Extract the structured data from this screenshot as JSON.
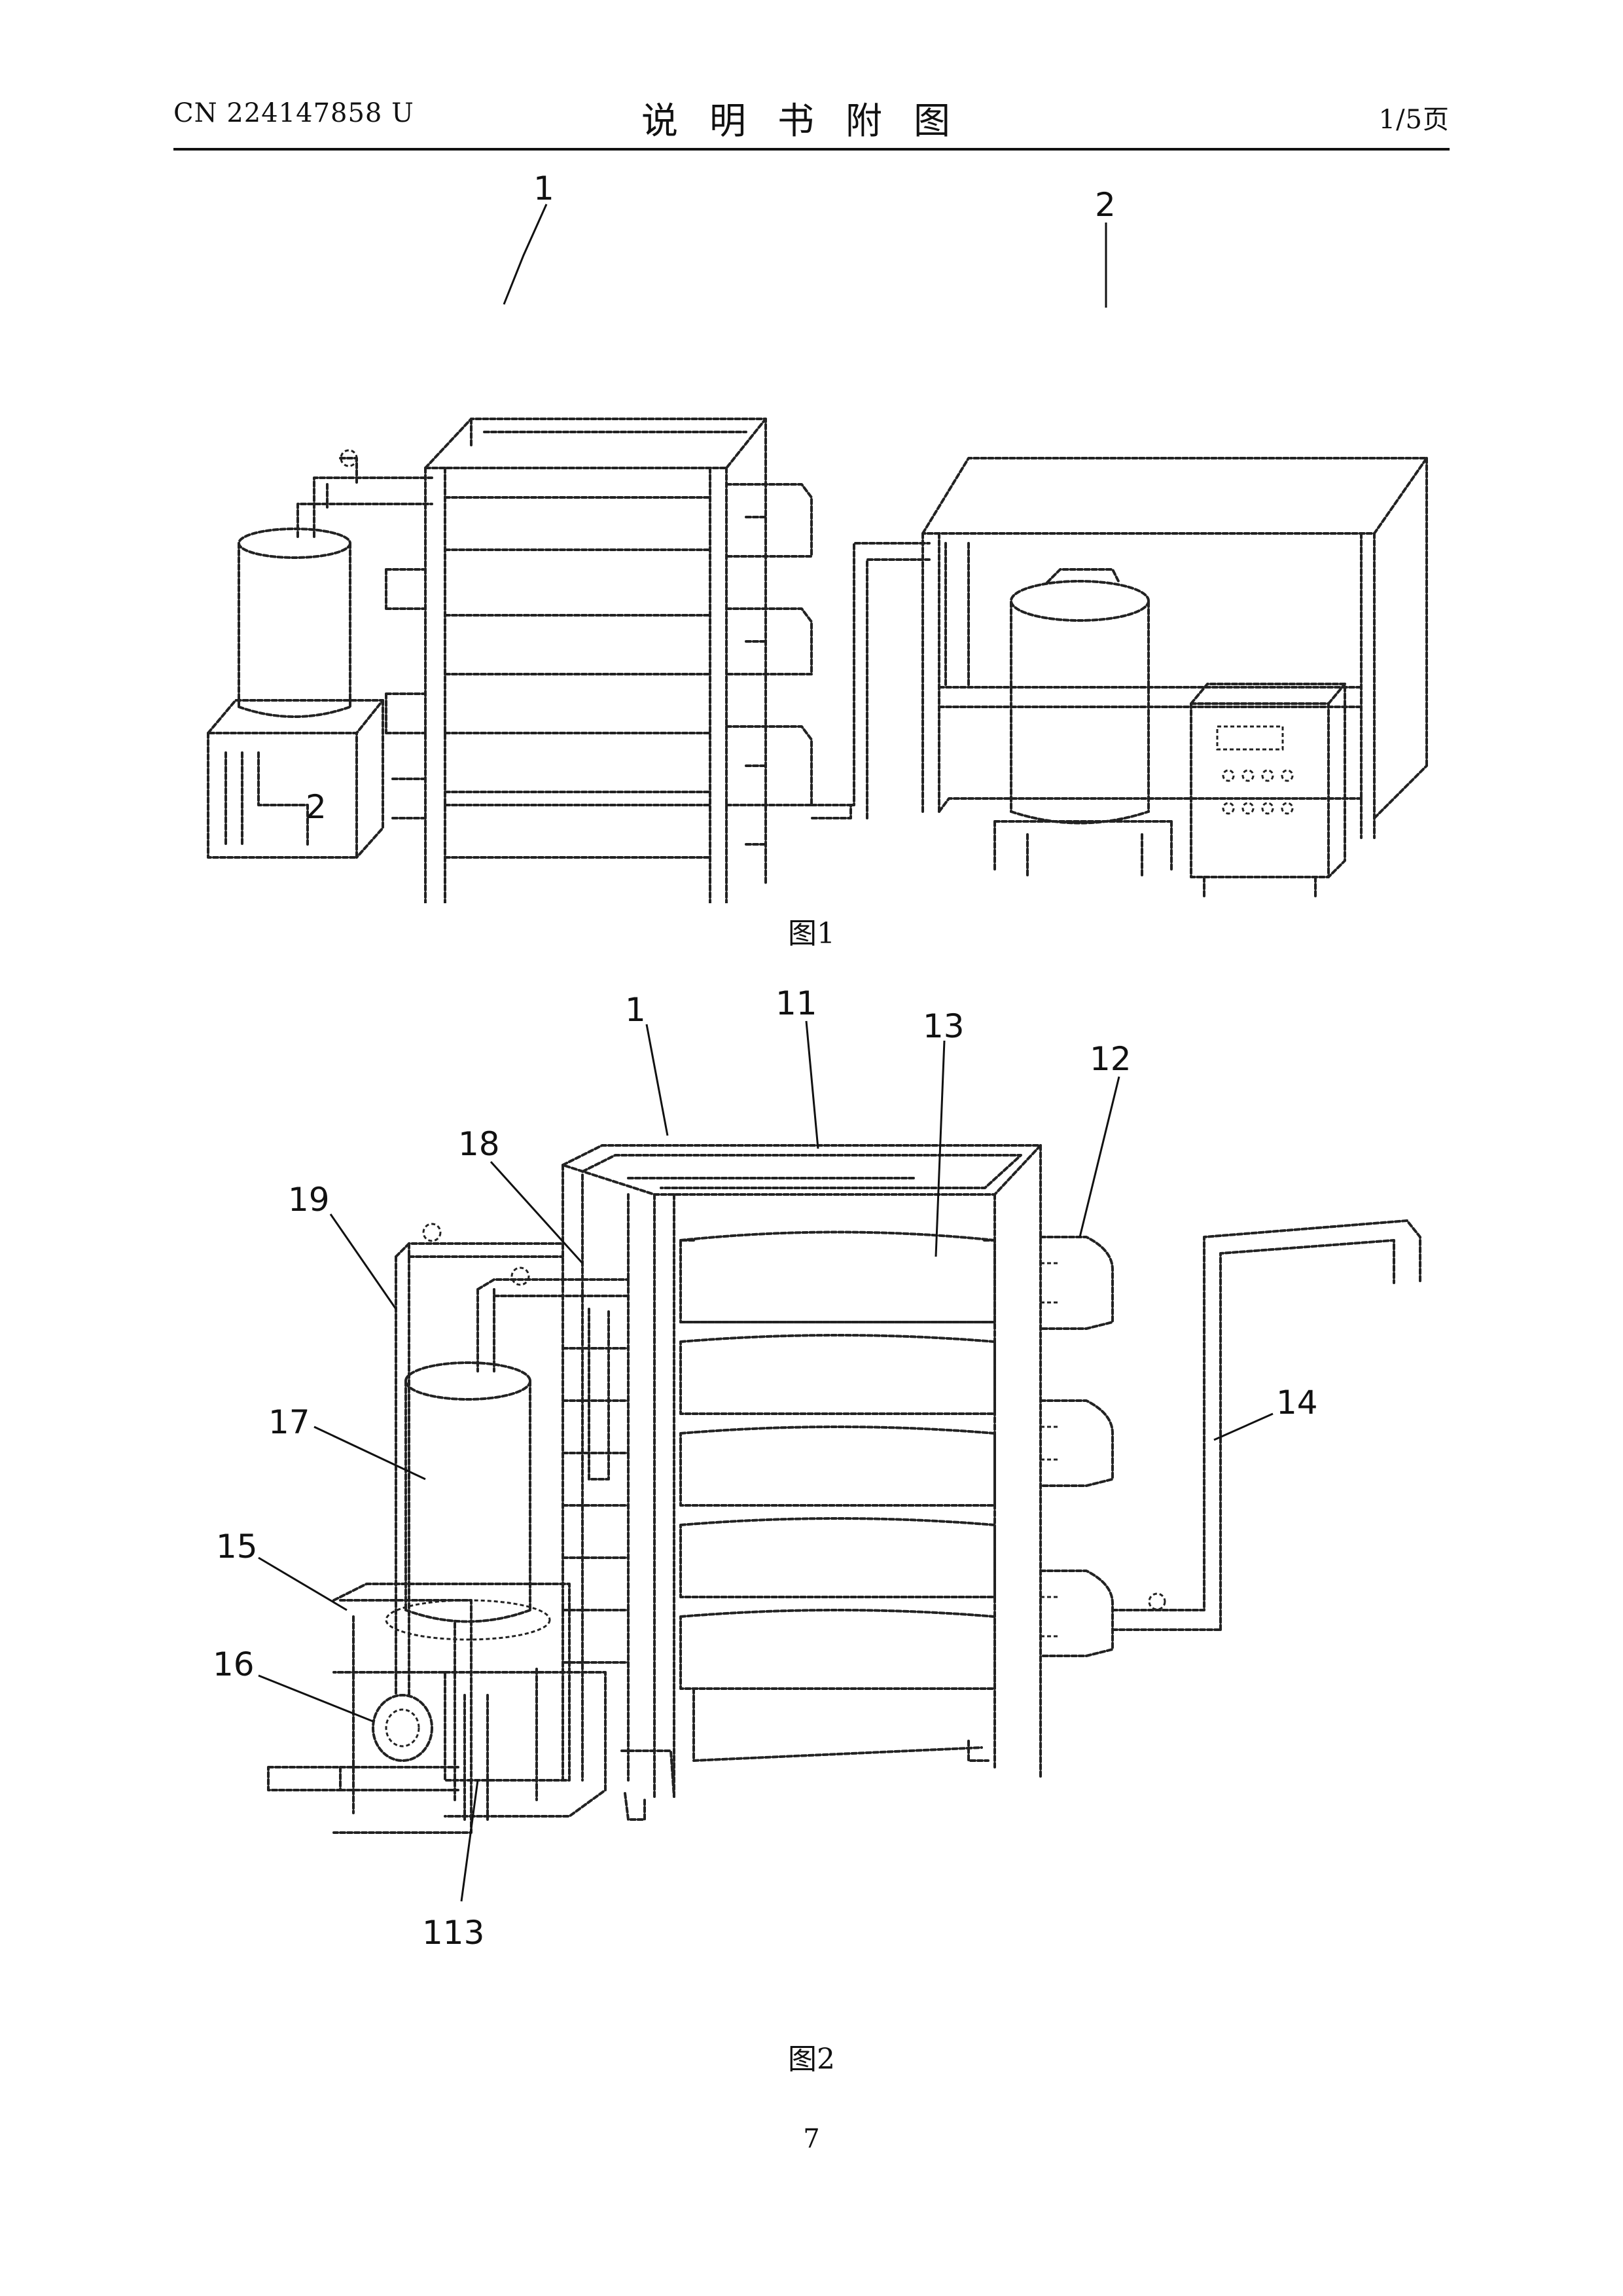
{
  "header": {
    "doc_number": "CN 224147858 U",
    "title": "说明书附图",
    "page_count": "1/5页"
  },
  "figure1": {
    "caption": "图1",
    "labels": {
      "apparatus": "1",
      "control_unit": "2",
      "inset": "2"
    }
  },
  "figure2": {
    "caption": "图2",
    "labels": {
      "l1": "1",
      "l11": "11",
      "l13": "13",
      "l12": "12",
      "l18": "18",
      "l19": "19",
      "l14": "14",
      "l17": "17",
      "l15": "15",
      "l16": "16",
      "l113": "113"
    }
  },
  "footer": {
    "page_number": "7"
  }
}
